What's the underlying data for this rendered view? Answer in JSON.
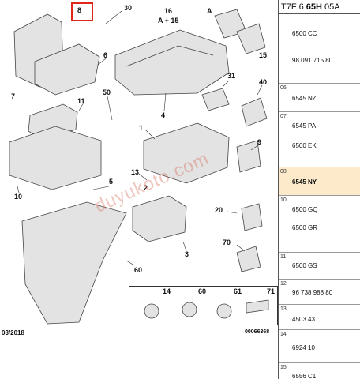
{
  "header": {
    "code_prefix": "T7F 6",
    "code_bold": "65H",
    "code_suffix": "05A"
  },
  "callouts": {
    "c8": "8",
    "c30": "30",
    "c16": "16",
    "c16sub": "A + 15",
    "cA": "A",
    "c15": "15",
    "c6": "6",
    "c7": "7",
    "c4": "4",
    "c31": "31",
    "c40": "40",
    "c11": "11",
    "c50": "50",
    "c1": "1",
    "c9": "9",
    "c10": "10",
    "c5": "5",
    "c13": "13",
    "c2": "2",
    "c20": "20",
    "c3": "3",
    "c60": "60",
    "c70": "70",
    "c14": "14",
    "c60b": "60",
    "c61": "61",
    "c71": "71"
  },
  "footer": {
    "date": "03/2018",
    "drawing_ref": "00066368"
  },
  "watermark": "duyukoto.com",
  "parts_table": [
    {
      "num": "",
      "refs": [
        "6500 CC",
        "98 091 715 80"
      ],
      "highlight": false
    },
    {
      "num": "06",
      "refs": [
        "6545 NZ"
      ],
      "highlight": false
    },
    {
      "num": "07",
      "refs": [
        "6545 PA",
        "6500 EK"
      ],
      "highlight": false
    },
    {
      "num": "08",
      "refs": [
        "6545 NY"
      ],
      "highlight": true
    },
    {
      "num": "10",
      "refs": [
        "6500 GQ",
        "6500 GR"
      ],
      "highlight": false
    },
    {
      "num": "11",
      "refs": [
        "6500 GS"
      ],
      "highlight": false
    },
    {
      "num": "12",
      "refs": [
        "96 738 988 80"
      ],
      "highlight": false
    },
    {
      "num": "13",
      "refs": [
        "4503 43"
      ],
      "highlight": false
    },
    {
      "num": "14",
      "refs": [
        "6924 10"
      ],
      "highlight": false
    },
    {
      "num": "15",
      "refs": [
        "6556 C1"
      ],
      "highlight": false
    }
  ],
  "colors": {
    "highlight_frame": "#e0261b",
    "highlight_row": "#fdeacb"
  }
}
